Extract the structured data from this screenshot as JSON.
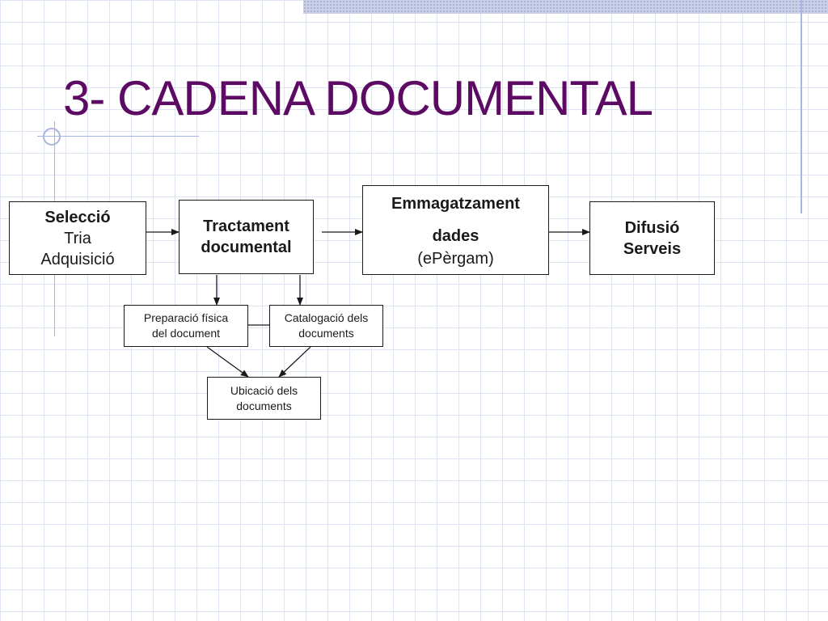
{
  "title": "3- CADENA DOCUMENTAL",
  "boxes": {
    "seleccio": {
      "line1": "Selecció",
      "line2": "Tria",
      "line3": "Adquisició"
    },
    "tractament": {
      "line1": "Tractament",
      "line2": "documental"
    },
    "emmagatzament": {
      "line1": "Emmagatzament",
      "line2": "dades",
      "line3": "(ePèrgam)"
    },
    "difusio": {
      "line1": "Difusió",
      "line2": "Serveis"
    },
    "preparacio": {
      "line1": "Preparació física",
      "line2": "del document"
    },
    "catalogacio": {
      "line1": "Catalogació dels",
      "line2": "documents"
    },
    "ubicacio": {
      "line1": "Ubicació dels",
      "line2": "documents"
    }
  }
}
